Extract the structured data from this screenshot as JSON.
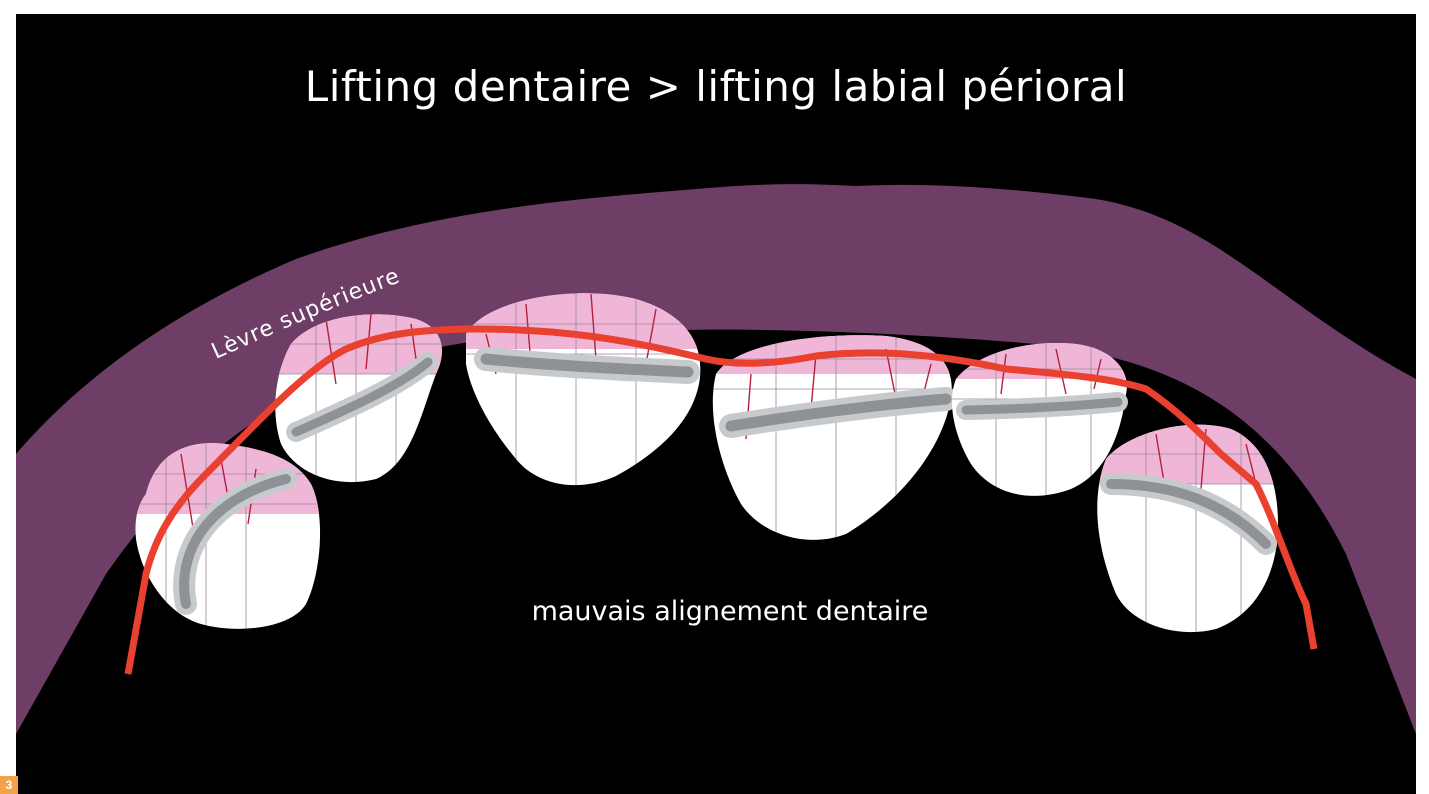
{
  "figure_number": "3",
  "title": "Lifting dentaire > lifting labial périoral",
  "lip_label": "Lèvre supérieure",
  "bottom_label": "mauvais alignement dentaire",
  "colors": {
    "background": "#000000",
    "lip_band": "#6e3e66",
    "tooth": "#ffffff",
    "tooth_tip": "#efb6d7",
    "groove": "#9a9ea3",
    "alignment_line": "#e9402f",
    "figure_badge": "#f3a24a"
  }
}
